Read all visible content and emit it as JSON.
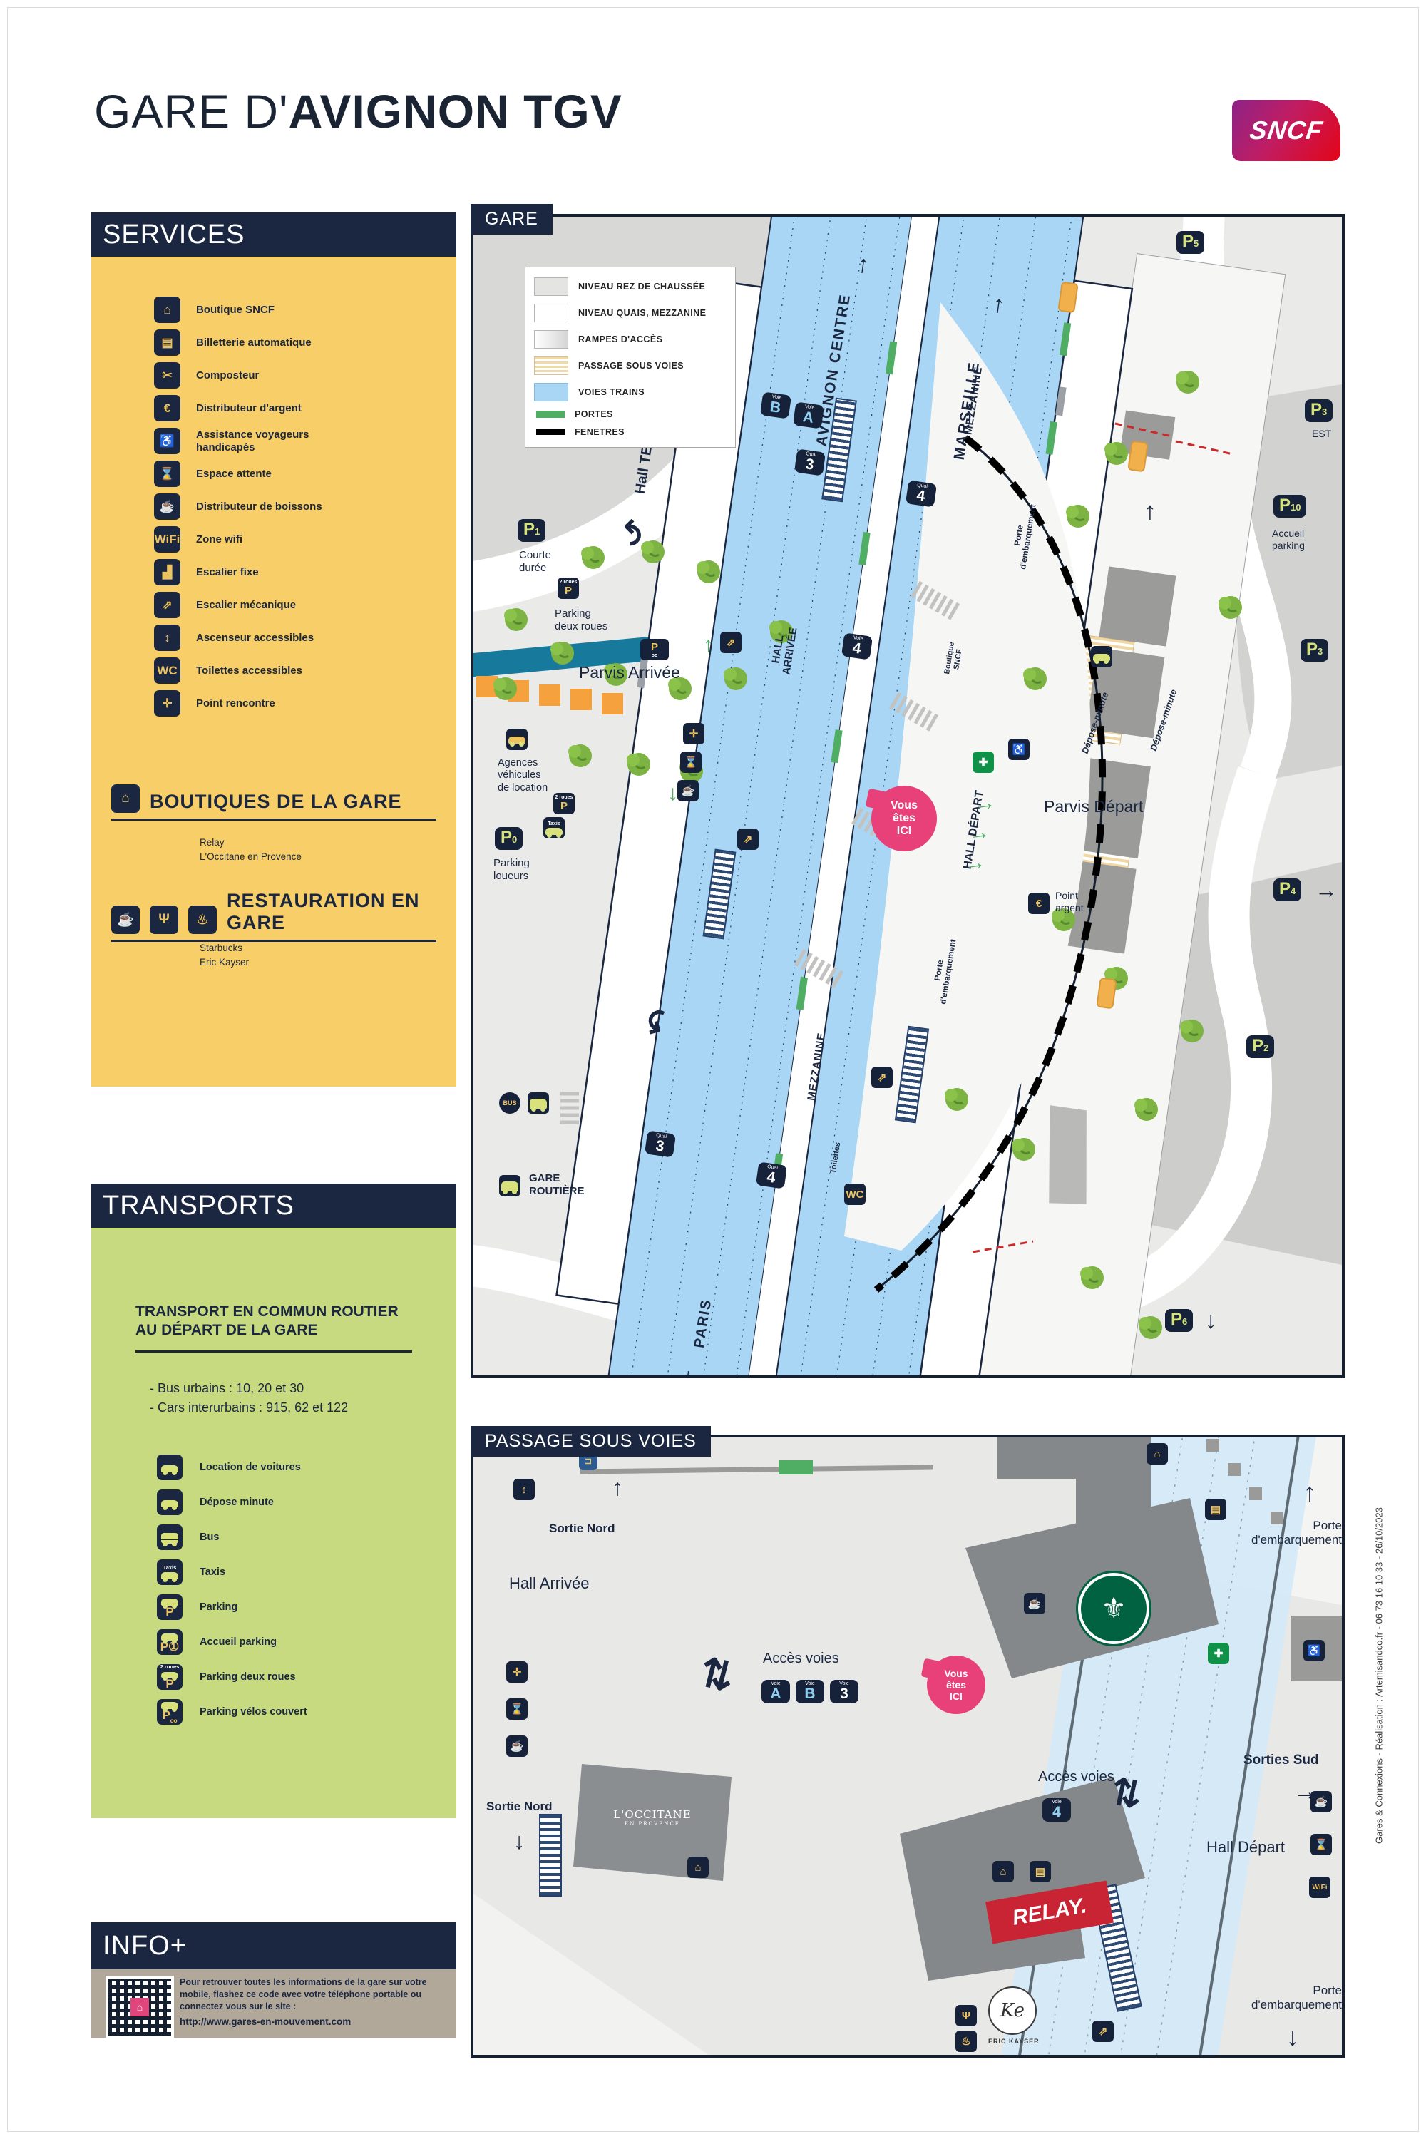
{
  "page": {
    "title_light": "GARE D'",
    "title_bold": "AVIGNON TGV",
    "logo": "SNCF",
    "credit": "Gares & Connexions - Réalisation : Artemisandco.fr - 06 73 16 10 33 - 26/10/2023"
  },
  "colors": {
    "navy": "#1b2740",
    "services_yellow": "#f7ce67",
    "transports_green": "#c7da7f",
    "info_taupe": "#b1a89a",
    "track_blue": "#a9d6f4",
    "door_green": "#4fae63",
    "window_black": "#000000",
    "relay_red": "#c92433",
    "pink": "#e8417a",
    "starbucks_green": "#006241",
    "icon_yellow": "#edc35f"
  },
  "services": {
    "title": "SERVICES",
    "items": [
      {
        "icon": "shop-icon",
        "glyph": "⌂",
        "label": "Boutique SNCF"
      },
      {
        "icon": "ticket-machine-icon",
        "glyph": "▤",
        "label": "Billetterie automatique"
      },
      {
        "icon": "validator-icon",
        "glyph": "✂",
        "label": "Composteur"
      },
      {
        "icon": "cash-icon",
        "glyph": "€",
        "label": "Distributeur d'argent"
      },
      {
        "icon": "wheelchair-icon",
        "glyph": "♿",
        "label": "Assistance voyageurs\nhandicapés"
      },
      {
        "icon": "waiting-icon",
        "glyph": "⌛",
        "label": "Espace attente"
      },
      {
        "icon": "drinks-icon",
        "glyph": "☕",
        "label": "Distributeur de boissons"
      },
      {
        "icon": "wifi-icon",
        "glyph": "WiFi",
        "label": "Zone wifi"
      },
      {
        "icon": "stairs-icon",
        "glyph": "▟",
        "label": "Escalier fixe"
      },
      {
        "icon": "escalator-icon",
        "glyph": "⇗",
        "label": "Escalier mécanique"
      },
      {
        "icon": "lift-icon",
        "glyph": "↕",
        "label": "Ascenseur accessibles"
      },
      {
        "icon": "wc-icon",
        "glyph": "WC",
        "label": "Toilettes accessibles"
      },
      {
        "icon": "meeting-point-icon",
        "glyph": "✛",
        "label": "Point rencontre"
      }
    ],
    "boutiques": {
      "title": "BOUTIQUES DE LA GARE",
      "items": "Relay\nL'Occitane en Provence"
    },
    "restauration": {
      "title": "RESTAURATION EN GARE",
      "items": "Starbucks\nEric Kayser"
    }
  },
  "transports": {
    "title": "TRANSPORTS",
    "heading": "TRANSPORT EN COMMUN ROUTIER\nAU DÉPART DE LA GARE",
    "bullets": "- Bus urbains : 10, 20 et 30\n- Cars interurbains : 915, 62 et 122",
    "items": [
      {
        "icon": "car-rental-icon",
        "kind": "k-car",
        "glyph": "",
        "sub": "",
        "label": "Location de voitures"
      },
      {
        "icon": "kiss-ride-icon",
        "kind": "k-car",
        "glyph": "",
        "sub": "",
        "label": "Dépose minute"
      },
      {
        "icon": "bus-icon",
        "kind": "k-bus",
        "glyph": "",
        "sub": "",
        "label": "Bus"
      },
      {
        "icon": "taxi-icon",
        "kind": "k-taxi k-car",
        "glyph": "",
        "sub": "Taxis",
        "label": "Taxis"
      },
      {
        "icon": "parking-icon",
        "kind": "k-glyph",
        "glyph": "P",
        "sub": "",
        "label": "Parking"
      },
      {
        "icon": "parking-info-icon",
        "kind": "k-glyph",
        "glyph": "P①",
        "sub": "",
        "label": "Accueil parking"
      },
      {
        "icon": "parking-2wheels-icon",
        "kind": "k-glyph",
        "glyph": "P",
        "sub": "2 roues",
        "label": "Parking deux roues"
      },
      {
        "icon": "parking-bike-icon",
        "kind": "k-pv k-glyph",
        "glyph": "P",
        "sub": "",
        "label": "Parking vélos couvert"
      }
    ]
  },
  "info": {
    "title": "INFO+",
    "text": "Pour retrouver toutes les informations de la gare sur votre mobile, flashez ce code avec votre téléphone portable ou connectez vous sur le site :",
    "url": "http://www.gares-en-mouvement.com"
  },
  "map_gare": {
    "tab": "GARE",
    "legend": [
      {
        "swatch": "rez",
        "label": "NIVEAU REZ DE CHAUSSÉE"
      },
      {
        "swatch": "quais",
        "label": "NIVEAU QUAIS, MEZZANINE"
      },
      {
        "swatch": "rampes",
        "label": "RAMPES D'ACCÈS"
      },
      {
        "swatch": "passage",
        "label": "PASSAGE SOUS VOIES"
      },
      {
        "swatch": "voies",
        "label": "VOIES TRAINS"
      },
      {
        "swatch": "portes",
        "label": "PORTES"
      },
      {
        "swatch": "fenetres",
        "label": "FENETRES"
      }
    ],
    "labels": {
      "avignon": "AVIGNON CENTRE",
      "marseille": "MARSEILLE",
      "paris": "PARIS",
      "hall_ter": "Hall TER",
      "mezzanine": "MEZZANINE",
      "hall_arrivee": "HALL\nARRIVÉE",
      "hall_depart": "HALL DÉPART",
      "parvis_arrivee": "Parvis Arrivée",
      "parvis_depart": "Parvis Départ",
      "courte_duree": "Courte\ndurée",
      "parking_deux_roues": "Parking\ndeux roues",
      "agences": "Agences\nvéhicules\nde location",
      "parking_loueurs": "Parking\nloueurs",
      "gare_routiere": "GARE\nROUTIÈRE",
      "point_argent": "Point\nargent",
      "accueil_parking": "Accueil\nparking",
      "est": "EST",
      "depose_minute": "Dépose-minute",
      "porte_embarquement": "Porte\nd'embarquement",
      "toilettes": "Toilettes",
      "boutique_sncf": "Boutique\nSNCF",
      "ici": "Vous\nêtes\nICI"
    },
    "badges": {
      "p0": "0",
      "p1": "1",
      "p2": "2",
      "p3": "3",
      "p4": "4",
      "p5": "5",
      "p6": "6",
      "p10": "10",
      "voie": "Voie",
      "quai": "Quai",
      "a": "A",
      "b": "B",
      "n3": "3",
      "n4": "4",
      "bus": "BUS"
    }
  },
  "map_passage": {
    "tab": "PASSAGE SOUS VOIES",
    "labels": {
      "sortie_nord": "Sortie Nord",
      "hall_arrivee": "Hall Arrivée",
      "acces_voies": "Accès voies",
      "sorties_sud": "Sorties Sud",
      "hall_depart": "Hall Départ",
      "porte_embarquement": "Porte\nd'embarquement",
      "ici": "Vous\nêtes\nICI"
    },
    "stores": {
      "relay": "RELAY.",
      "occitane": "L'OCCITANE",
      "occitane_sub": "EN PROVENCE",
      "kayser": "ERIC KAYSER",
      "kayser_initials": "Ke"
    }
  }
}
